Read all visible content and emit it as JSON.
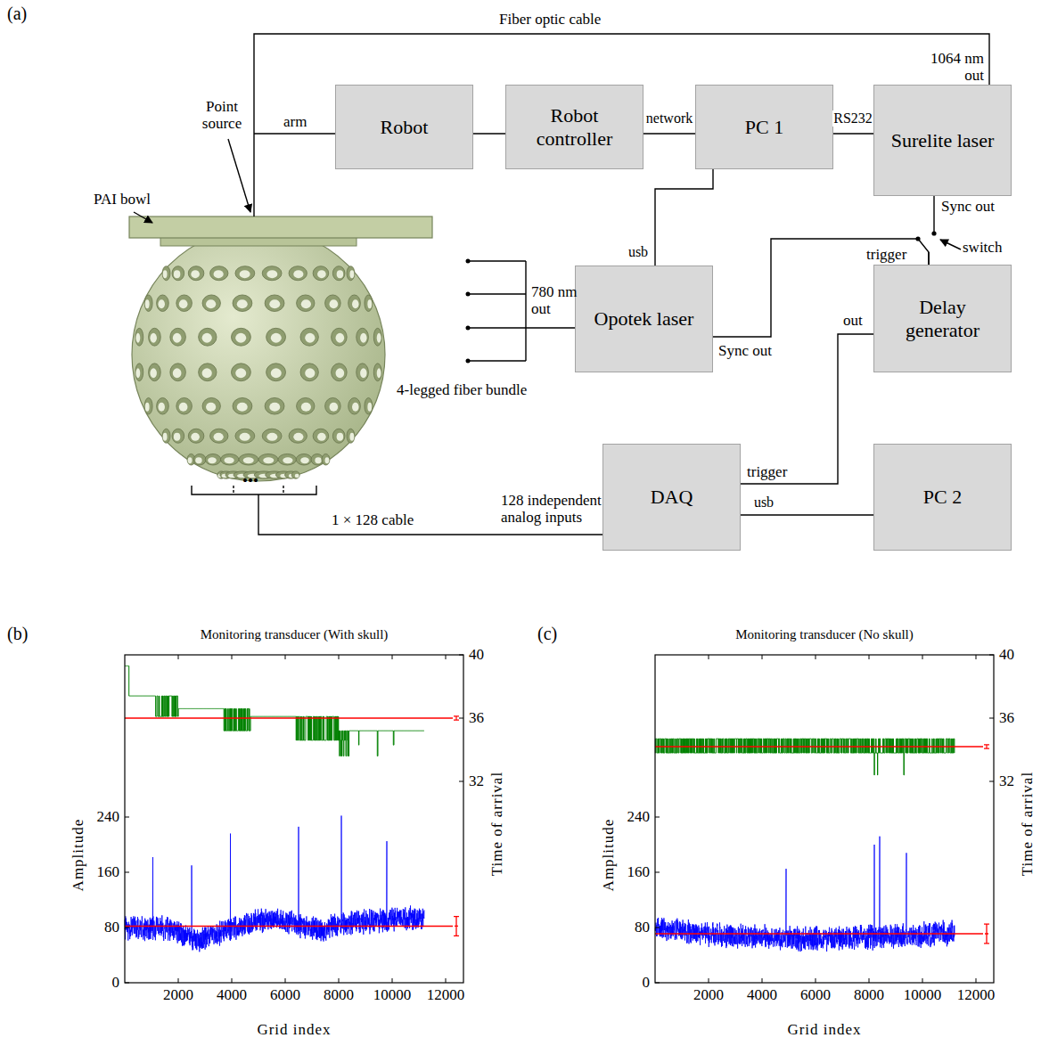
{
  "diagram": {
    "nodes": [
      {
        "text": [
          "Robot"
        ]
      },
      {
        "text": [
          "Robot controller"
        ]
      },
      {
        "text": [
          "PC 1"
        ]
      },
      {
        "text": [
          "Surelite laser"
        ]
      },
      {
        "text": [
          "Opotek laser"
        ]
      },
      {
        "text": [
          "Delay generator"
        ]
      },
      {
        "text": [
          "DAQ"
        ]
      },
      {
        "text": [
          "PC 2"
        ]
      }
    ],
    "edges": [
      {
        "from": 0,
        "to": 1,
        "arrow": "none"
      },
      {
        "from": 1,
        "to": 2,
        "label": "network",
        "arrow": "none"
      },
      {
        "from": 2,
        "to": 3,
        "label": "RS232",
        "arrow": "none"
      },
      {
        "from": 2,
        "to": 4,
        "label": "usb",
        "arrow": "none"
      },
      {
        "from": 3,
        "to": 5,
        "arrow": "none"
      },
      {
        "from": 4,
        "to": 5,
        "arrow": "none"
      },
      {
        "from": 5,
        "to": 6,
        "arrow": "none"
      },
      {
        "from": 6,
        "to": 7,
        "label": "usb",
        "arrow": "none"
      }
    ],
    "labels": [
      "(a)",
      "Fiber optic cable",
      "1064 nm out",
      "Point source",
      "PAI bowl",
      "arm",
      "Sync out",
      "switch",
      "trigger",
      "out",
      "780 nm out",
      "Sync out",
      "4-legged fiber bundle",
      "•••",
      "128 independent analog inputs",
      "1 × 128 cable",
      "trigger",
      "(b)",
      "Monitoring transducer (With skull)",
      "Amplitude",
      "Time of arrival",
      "Grid index",
      "0",
      "80",
      "160",
      "240",
      "32",
      "36",
      "40",
      "2000",
      "4000",
      "6000",
      "8000",
      "10000",
      "12000",
      "(c)",
      "Monitoring transducer (No skull)",
      "Amplitude",
      "Time of arrival",
      "Grid index",
      "0",
      "80",
      "160",
      "240",
      "32",
      "36",
      "40",
      "2000",
      "4000",
      "6000",
      "8000",
      "10000",
      "12000"
    ]
  }
}
